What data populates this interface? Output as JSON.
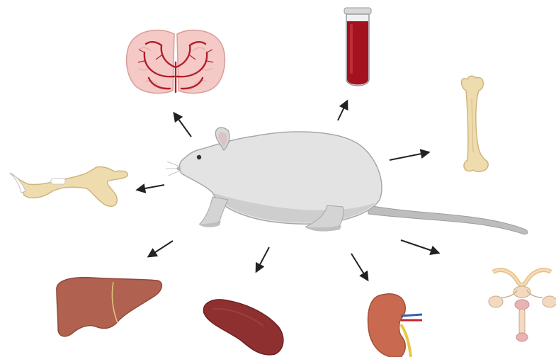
{
  "diagram": {
    "center": {
      "icon": "rat-icon"
    },
    "organs": [
      {
        "id": "brain",
        "icon": "brain-icon"
      },
      {
        "id": "blood",
        "icon": "blood-tube-icon"
      },
      {
        "id": "bone",
        "icon": "femur-bone-icon"
      },
      {
        "id": "jaw",
        "icon": "mandible-icon"
      },
      {
        "id": "liver",
        "icon": "liver-icon"
      },
      {
        "id": "spleen",
        "icon": "spleen-icon"
      },
      {
        "id": "kidney",
        "icon": "kidney-icon"
      },
      {
        "id": "reproductive",
        "icon": "reproductive-organ-icon"
      }
    ],
    "colors": {
      "rat_body": "#e3e3e3",
      "rat_shadow": "#c4c4c4",
      "rat_ear": "#d9c5c5",
      "brain_tissue": "#f4c9c6",
      "brain_vessel": "#b21f2a",
      "blood": "#a5121f",
      "bone": "#efdcae",
      "liver": "#b06150",
      "spleen": "#8f3030",
      "kidney": "#c9694f",
      "reproductive": "#f3d9c0",
      "arrow": "#222222"
    }
  }
}
